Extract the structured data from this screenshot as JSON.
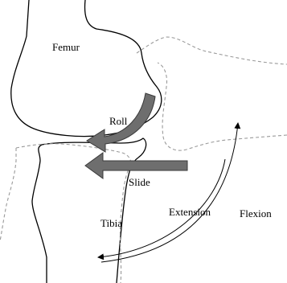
{
  "labels": {
    "femur": "Femur",
    "roll": "Roll",
    "slide": "Slide",
    "tibia": "Tibia",
    "extension": "Extension",
    "flexion": "Flexion"
  },
  "colors": {
    "outline": "#000000",
    "dashed_outline": "#9a9a9a",
    "arrow_fill": "#6e6e6e"
  }
}
